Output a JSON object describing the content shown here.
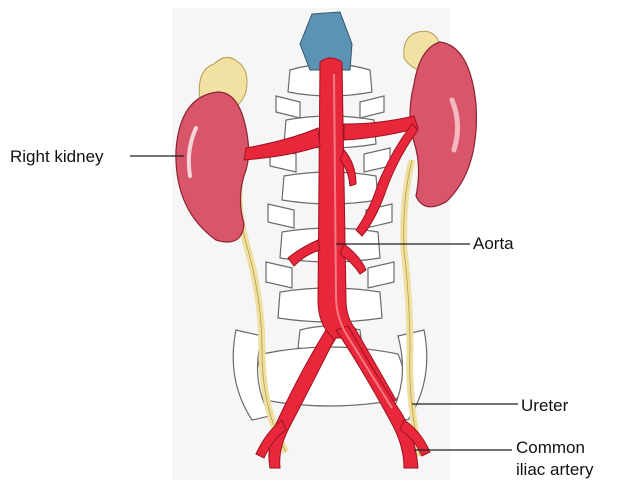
{
  "labels": {
    "right_kidney": "Right kidney",
    "aorta": "Aorta",
    "ureter": "Ureter",
    "common_iliac_line1": "Common",
    "common_iliac_line2": "iliac artery"
  },
  "colors": {
    "artery": "#e8283a",
    "artery_highlight": "#f47a82",
    "kidney": "#d9566a",
    "kidney_highlight": "#f2b9c0",
    "adrenal": "#f1e2a3",
    "ureter": "#efe0a0",
    "vena_cava_top": "#5b93b5",
    "spine_outline": "#6b6b6b",
    "spine_fill": "#ffffff",
    "background_panel": "#f5f5f5"
  }
}
